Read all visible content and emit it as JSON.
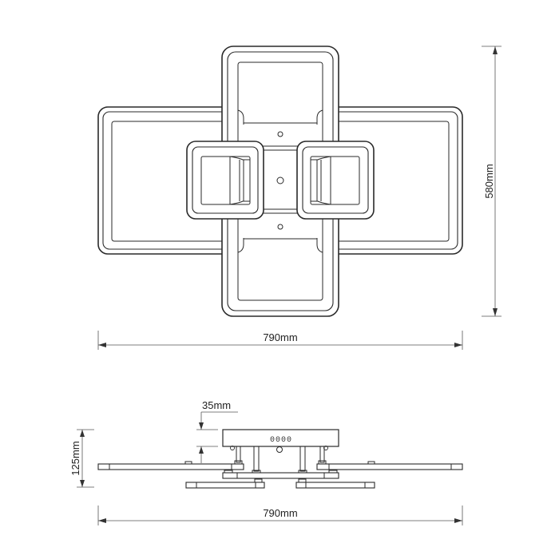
{
  "diagram": {
    "type": "technical-dimension-drawing",
    "subject": "LED ceiling light fixture",
    "views": {
      "top_view": {
        "width_label": "790mm",
        "height_label": "580mm",
        "components": [
          "vertical-rectangle-ring",
          "horizontal-rectangle-ring",
          "left-square-ring",
          "right-square-ring",
          "center-mounting-plate"
        ]
      },
      "side_view": {
        "height_label": "125mm",
        "canopy_label": "35mm",
        "width_label": "790mm",
        "canopy_marking": "0000"
      }
    },
    "colors": {
      "line": "#2a2a2a",
      "dimension_line": "#555555",
      "background": "#ffffff"
    }
  }
}
